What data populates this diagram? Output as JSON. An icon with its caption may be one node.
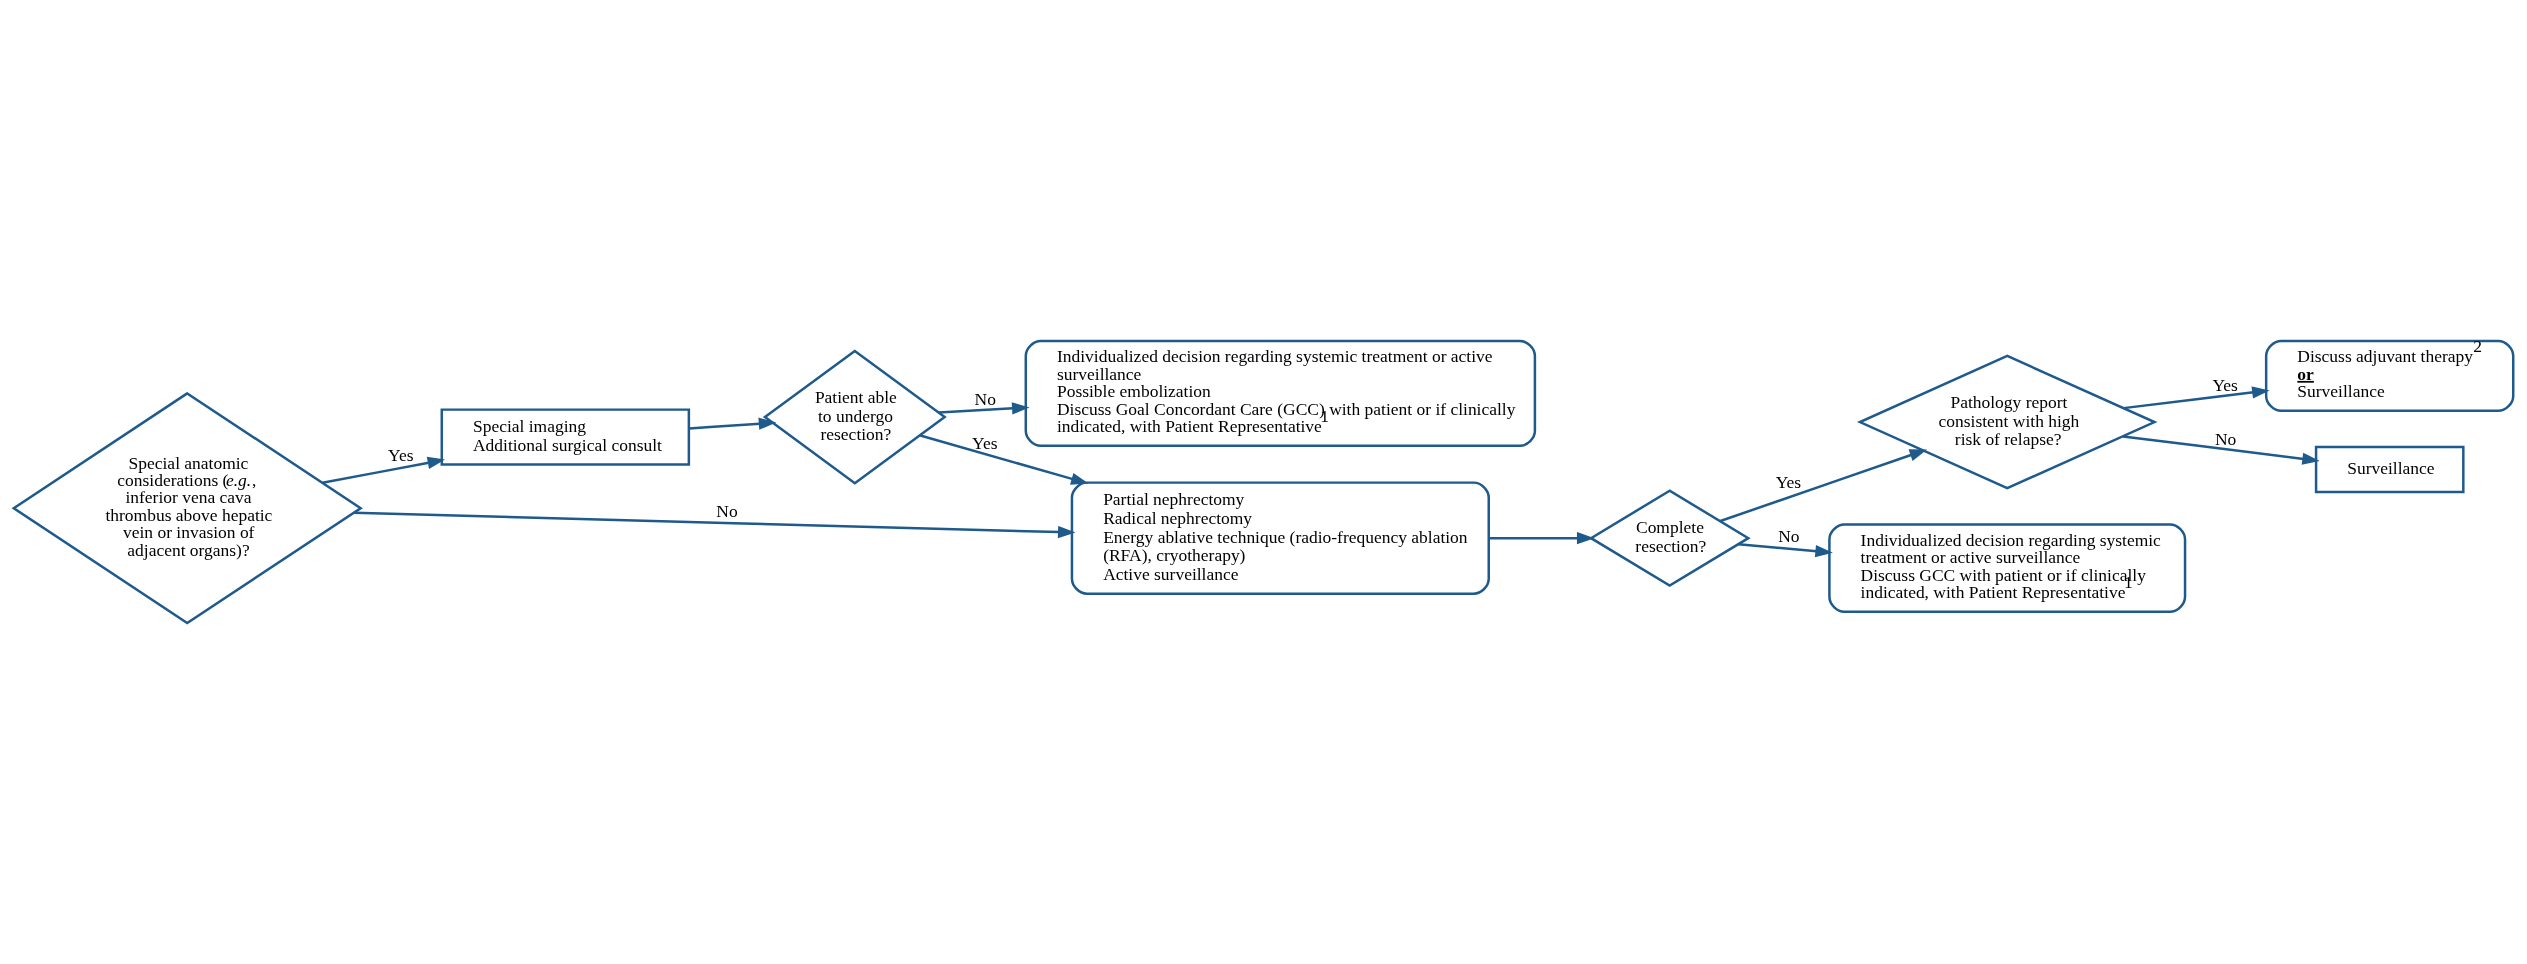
{
  "diagram": {
    "nodes": [
      {
        "text": [
          "Special anatomic considerations (*e.g.*, inferior vena cava thrombus above hepatic vein or invasion of adjacent organs)?"
        ]
      },
      {
        "text": [
          "Special imaging",
          "Additional surgical consult"
        ]
      },
      {
        "text": [
          "Patient able to undergo resection?"
        ]
      },
      {
        "text": [
          "Individualized decision regarding systemic treatment or active surveillance",
          "Possible embolization",
          "Discuss Goal Concordant Care (GCC) with patient or if clinically indicated, with Patient Representative$^{1}$"
        ]
      },
      {
        "text": [
          "Partial nephrectomy",
          "Radical nephrectomy",
          "Energy ablative technique (radio-frequency ablation (RFA), cryotherapy)",
          "Active surveillance"
        ]
      },
      {
        "text": [
          "Complete resection?"
        ]
      },
      {
        "text": [
          "Pathology report consistent with high risk of relapse?"
        ]
      },
      {
        "text": [
          "Discuss adjuvant therapy$^{2}$",
          "**or**",
          "Surveillance"
        ]
      },
      {
        "text": [
          "Surveillance"
        ]
      },
      {
        "text": [
          "Individualized decision regarding systemic treatment or active surveillance",
          "Discuss GCC with patient or if clinically indicated, with Patient Representative$^{1}$"
        ]
      }
    ],
    "edges": [
      {
        "from": 0,
        "to": 1,
        "arrow": "to",
        "label": "Yes"
      },
      {
        "from": 0,
        "to": 4,
        "arrow": "to",
        "label": "No"
      },
      {
        "from": 1,
        "to": 2,
        "arrow": "to"
      },
      {
        "from": 2,
        "to": 3,
        "arrow": "to",
        "label": "No"
      },
      {
        "from": 2,
        "to": 4,
        "arrow": "to",
        "label": "Yes"
      },
      {
        "from": 4,
        "to": 5,
        "arrow": "to"
      },
      {
        "from": 5,
        "to": 6,
        "arrow": "to",
        "label": "Yes"
      },
      {
        "from": 5,
        "to": 9,
        "arrow": "to",
        "label": "No"
      },
      {
        "from": 6,
        "to": 7,
        "arrow": "to",
        "label": "Yes"
      },
      {
        "from": 6,
        "to": 8,
        "arrow": "to",
        "label": "No"
      }
    ]
  }
}
